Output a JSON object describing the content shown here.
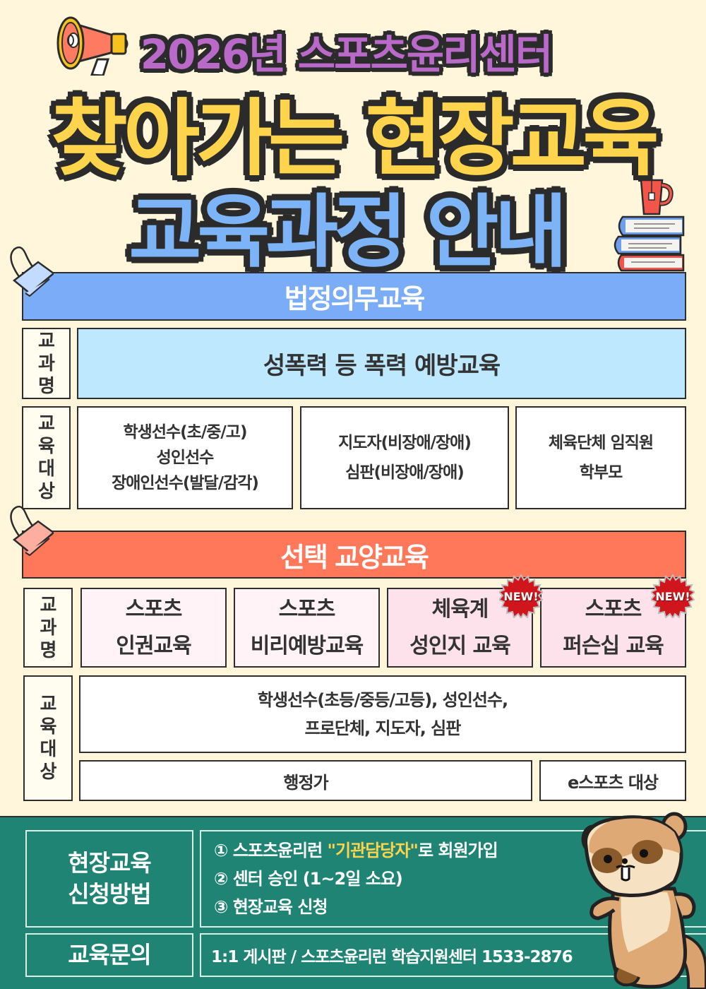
{
  "header": {
    "year_org": "2026년 스포츠윤리센터",
    "title_main": "찾아가는 현장교육",
    "title_sub": "교육과정 안내"
  },
  "icons": {
    "megaphone": "megaphone-icon",
    "books_mug": "books-with-mug-icon",
    "binder_clip_blue": "binder-clip-icon",
    "binder_clip_red": "binder-clip-icon",
    "mascot": "raccoon-mascot-icon"
  },
  "colors": {
    "background": "#fff6dc",
    "purple": "#b96ac9",
    "yellow": "#fdd44c",
    "blue": "#7db3f7",
    "banner_blue": "#7aacf8",
    "banner_red": "#fe7859",
    "light_blue_cell": "#bde8fd",
    "pink_cell": "#fde2ec",
    "light_pink_cell": "#fff3f7",
    "footer_green": "#1f8474",
    "new_badge_red": "#d0161c"
  },
  "mandatory": {
    "banner": "법정의무교육",
    "course_label": [
      "교",
      "과",
      "명"
    ],
    "target_label": [
      "교",
      "육",
      "대",
      "상"
    ],
    "course_name": "성폭력 등 폭력 예방교육",
    "targets": [
      {
        "lines": [
          "학생선수(초/중/고)",
          "성인선수",
          "장애인선수(발달/감각)"
        ]
      },
      {
        "lines": [
          "지도자(비장애/장애)",
          "심판(비장애/장애)"
        ]
      },
      {
        "lines": [
          "체육단체 임직원",
          "학부모"
        ]
      }
    ]
  },
  "elective": {
    "banner": "선택 교양교육",
    "course_label": [
      "교",
      "과",
      "명"
    ],
    "target_label": [
      "교",
      "육",
      "대",
      "상"
    ],
    "courses": [
      {
        "line1": "스포츠",
        "line2": "인권교육",
        "is_new": false
      },
      {
        "line1": "스포츠",
        "line2": "비리예방교육",
        "is_new": false
      },
      {
        "line1": "체육계",
        "line2": "성인지 교육",
        "is_new": true
      },
      {
        "line1": "스포츠",
        "line2": "퍼슨십 교육",
        "is_new": true
      }
    ],
    "new_badge": "NEW!",
    "targets_main": [
      "학생선수(초등/중등/고등), 성인선수,",
      "프로단체, 지도자, 심판"
    ],
    "target_admin": "행정가",
    "target_esports": "e스포츠 대상"
  },
  "footer": {
    "apply_heading": [
      "현장교육",
      "신청방법"
    ],
    "steps": [
      {
        "num": "①",
        "before": "스포츠윤리런 ",
        "highlight": "\"기관담당자\"",
        "after": "로 회원가입"
      },
      {
        "num": "②",
        "text": "센터 승인 (1~2일 소요)"
      },
      {
        "num": "③",
        "text": "현장교육 신청"
      }
    ],
    "inquiry_heading": "교육문의",
    "inquiry_text": "1:1 게시판 / 스포츠윤리런 학습지원센터 1533-2876"
  }
}
